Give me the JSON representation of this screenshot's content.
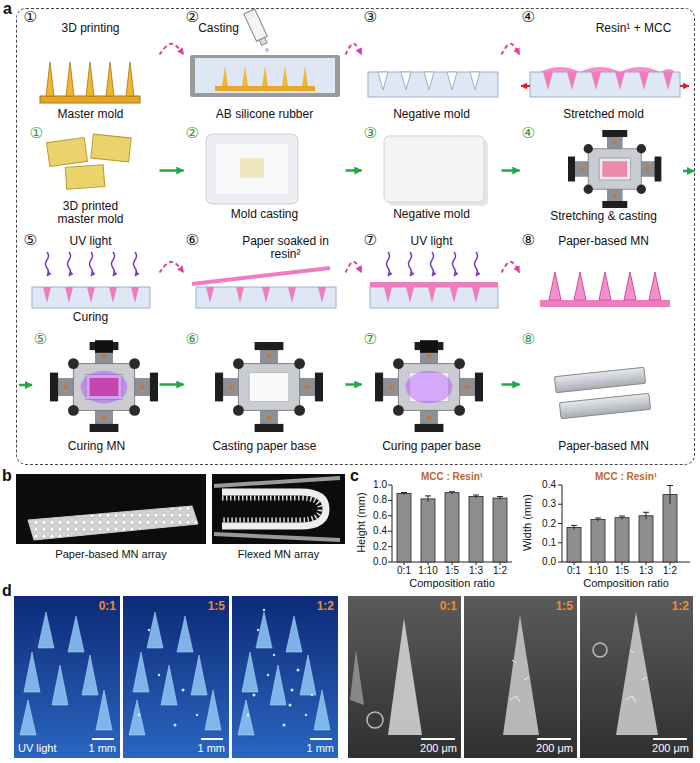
{
  "diagram": {
    "nodes": [
      {
        "text": [
          "a"
        ]
      },
      {
        "text": [
          "①",
          "3D printing",
          "Master mold"
        ],
        "in": 0
      },
      {
        "text": [
          "②",
          "Casting",
          "AB silicone rubber"
        ],
        "in": 0
      },
      {
        "text": [
          "③",
          "Negative mold"
        ],
        "in": 0
      },
      {
        "text": [
          "④",
          "Resin¹ + MCC",
          "Stretched mold"
        ],
        "in": 0
      },
      {
        "text": [
          "①",
          "3D printed master mold"
        ],
        "in": 0
      },
      {
        "text": [
          "②",
          "Mold casting"
        ],
        "in": 0
      },
      {
        "text": [
          "③",
          "Negative mold"
        ],
        "in": 0
      },
      {
        "text": [
          "④",
          "Stretching & casting"
        ],
        "in": 0
      },
      {
        "text": [
          "⑤",
          "UV light",
          "Curing"
        ],
        "in": 0
      },
      {
        "text": [
          "⑥",
          "Paper soaked in resin²"
        ],
        "in": 0
      },
      {
        "text": [
          "⑦",
          "UV light"
        ],
        "in": 0
      },
      {
        "text": [
          "⑧",
          "Paper-based MN"
        ],
        "in": 0
      },
      {
        "text": [
          "⑤",
          "Curing MN"
        ],
        "in": 0
      },
      {
        "text": [
          "⑥",
          "Casting paper base"
        ],
        "in": 0
      },
      {
        "text": [
          "⑦",
          "Curing paper base"
        ],
        "in": 0
      },
      {
        "text": [
          "⑧",
          "Paper-based MN"
        ],
        "in": 0
      }
    ],
    "edges": [
      {
        "from": 1,
        "to": 2,
        "arrow": "to"
      },
      {
        "from": 2,
        "to": 3,
        "arrow": "to"
      },
      {
        "from": 3,
        "to": 4,
        "arrow": "to"
      },
      {
        "from": 5,
        "to": 6,
        "arrow": "to"
      },
      {
        "from": 6,
        "to": 7,
        "arrow": "to"
      },
      {
        "from": 7,
        "to": 8,
        "arrow": "to"
      },
      {
        "from": 9,
        "to": 10,
        "arrow": "to"
      },
      {
        "from": 10,
        "to": 11,
        "arrow": "to"
      },
      {
        "from": 11,
        "to": 12,
        "arrow": "to"
      },
      {
        "from": 13,
        "to": 14,
        "arrow": "to"
      },
      {
        "from": 14,
        "to": 15,
        "arrow": "to"
      },
      {
        "from": 15,
        "to": 16,
        "arrow": "to"
      }
    ],
    "labels": [
      "b",
      "Paper-based MN array",
      "Flexed MN array",
      "c",
      "MCC : Resin¹",
      "Height (mm)",
      "0.0",
      "0.2",
      "0.4",
      "0.6",
      "0.8",
      "1.0",
      "0:1",
      "1:10",
      "1:5",
      "1:3",
      "1:2",
      "Composition ratio",
      "MCC : Resin¹",
      "Width (mm)",
      "0.0",
      "0.1",
      "0.2",
      "0.3",
      "0.4",
      "0:1",
      "1:10",
      "1:5",
      "1:3",
      "1:2",
      "Composition ratio",
      "d",
      "0:1",
      "1:5",
      "1:2",
      "UV light",
      "1 mm",
      "1 mm",
      "1 mm",
      "0:1",
      "1:5",
      "1:2",
      "200 μm",
      "200 μm",
      "200 μm"
    ]
  }
}
